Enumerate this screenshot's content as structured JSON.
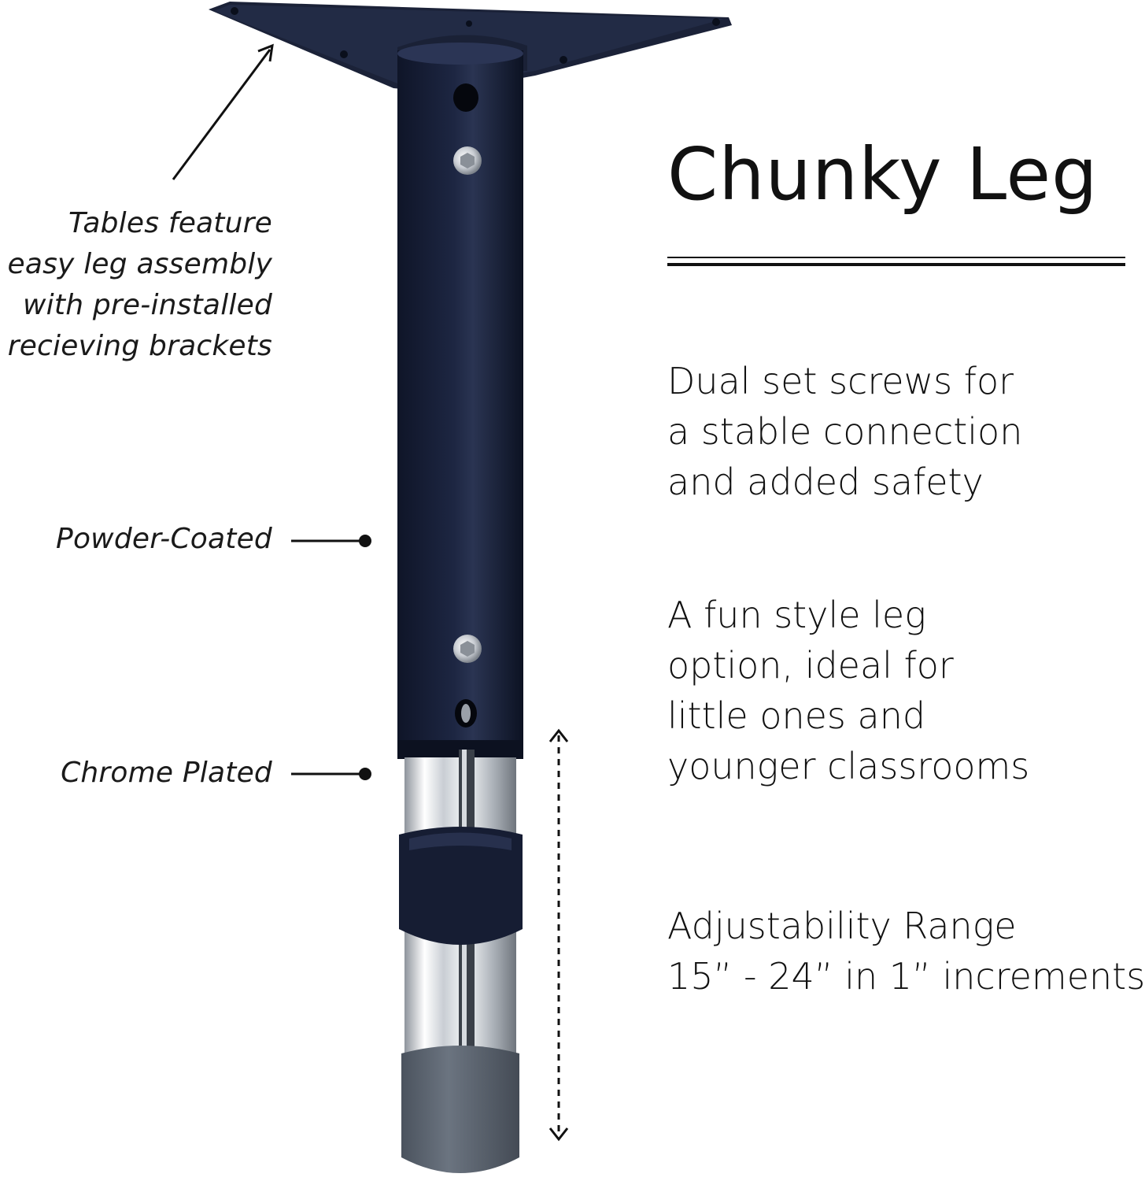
{
  "title": "Chunky Leg",
  "callouts": {
    "assembly": [
      "Tables feature",
      "easy leg assembly",
      "with pre-installed",
      "recieving brackets"
    ],
    "powder": "Powder-Coated",
    "chrome": "Chrome Plated"
  },
  "features": [
    {
      "lines": [
        "Dual set screws for",
        "a stable connection",
        "and added safety"
      ]
    },
    {
      "lines": [
        "A fun style leg",
        "option, ideal for",
        "little ones and",
        "younger classrooms"
      ]
    },
    {
      "lines": [
        "Adjustability Range",
        "15” - 24” in 1” increments"
      ]
    }
  ],
  "colors": {
    "leg": "#161d33",
    "chrome": "#d9dde2",
    "foot": "#5a6370",
    "text": "#111111"
  }
}
